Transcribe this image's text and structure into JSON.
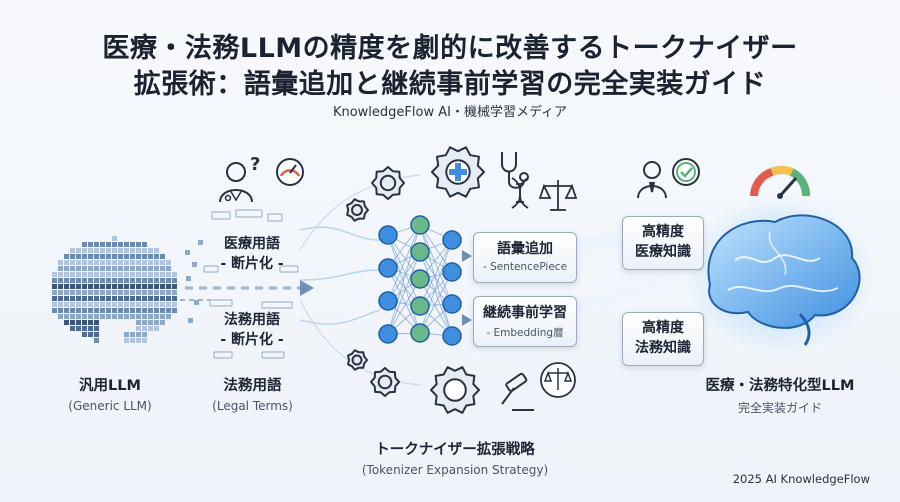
{
  "header": {
    "title_line1": "医療・法務LLMの精度を劇的に改善するトークナイザー",
    "title_line2": "拡張術：語彙追加と継続事前学習の完全実装ガイド",
    "subtitle": "KnowledgeFlow AI・機械学習メディア"
  },
  "left": {
    "main": "汎用LLM",
    "sub": "(Generic LLM)"
  },
  "terms": {
    "medical_line1": "医療用語",
    "medical_line2": "- 断片化 -",
    "legal_line1": "法務用語",
    "legal_line2": "- 断片化 -",
    "bottom_main": "法務用語",
    "bottom_sub": "(Legal Terms)"
  },
  "strategy": {
    "vocab_title": "語彙追加",
    "vocab_sub": "- SentencePiece",
    "pretrain_title": "継続事前学習",
    "pretrain_sub": "- Embedding層",
    "main": "トークナイザー拡張戦略",
    "sub": "(Tokenizer Expansion Strategy)"
  },
  "results": {
    "medical_line1": "高精度",
    "medical_line2": "医療知識",
    "legal_line1": "高精度",
    "legal_line2": "法務知識"
  },
  "right": {
    "main": "医療・法務特化型LLM",
    "sub": "完全実装ガイド"
  },
  "footer": "2025 AI KnowledgeFlow",
  "icons": [
    "pixel-brain-icon",
    "doctor-icon",
    "question-icon",
    "gauge-icon",
    "gear-icon",
    "medical-gear-icon",
    "stethoscope-icon",
    "dna-icon",
    "scales-icon",
    "gavel-icon",
    "businessman-icon",
    "check-icon",
    "neural-network-icon",
    "glowing-brain-icon"
  ],
  "colors": {
    "accent_blue": "#3f8fe0",
    "node_green": "#6bb88a",
    "brain_pixel": "#4c6a92"
  }
}
